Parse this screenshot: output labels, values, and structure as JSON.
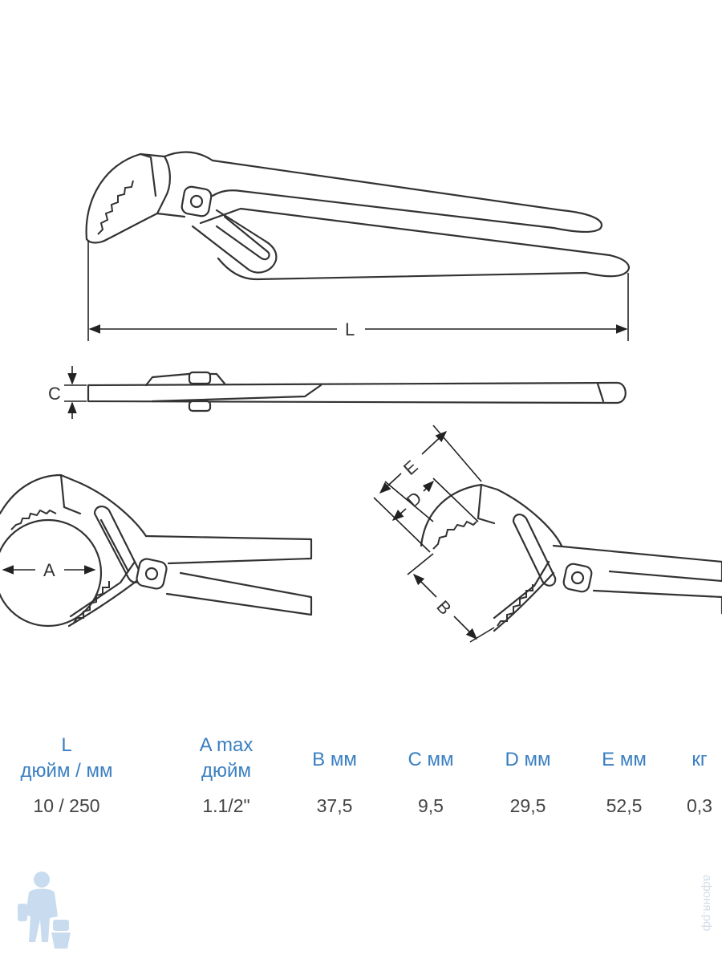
{
  "dimensions": {
    "L": "L",
    "C": "C",
    "A": "A",
    "B": "B",
    "D": "D",
    "E": "E"
  },
  "spec_table": {
    "headers": [
      {
        "line1": "L",
        "line2": "дюйм / мм"
      },
      {
        "line1": "A max",
        "line2": "дюйм"
      },
      {
        "line1": "B мм",
        "line2": ""
      },
      {
        "line1": "C мм",
        "line2": ""
      },
      {
        "line1": "D мм",
        "line2": ""
      },
      {
        "line1": "E мм",
        "line2": ""
      },
      {
        "line1": "кг",
        "line2": ""
      }
    ],
    "values": [
      "10 / 250",
      "1.1/2\"",
      "37,5",
      "9,5",
      "29,5",
      "52,5",
      "0,3"
    ]
  },
  "watermark": {
    "text": "афоня.рф"
  },
  "colors": {
    "header_text": "#3a7fc1",
    "value_text": "#444444",
    "line": "#333333",
    "mascot": "#c9dcef"
  }
}
